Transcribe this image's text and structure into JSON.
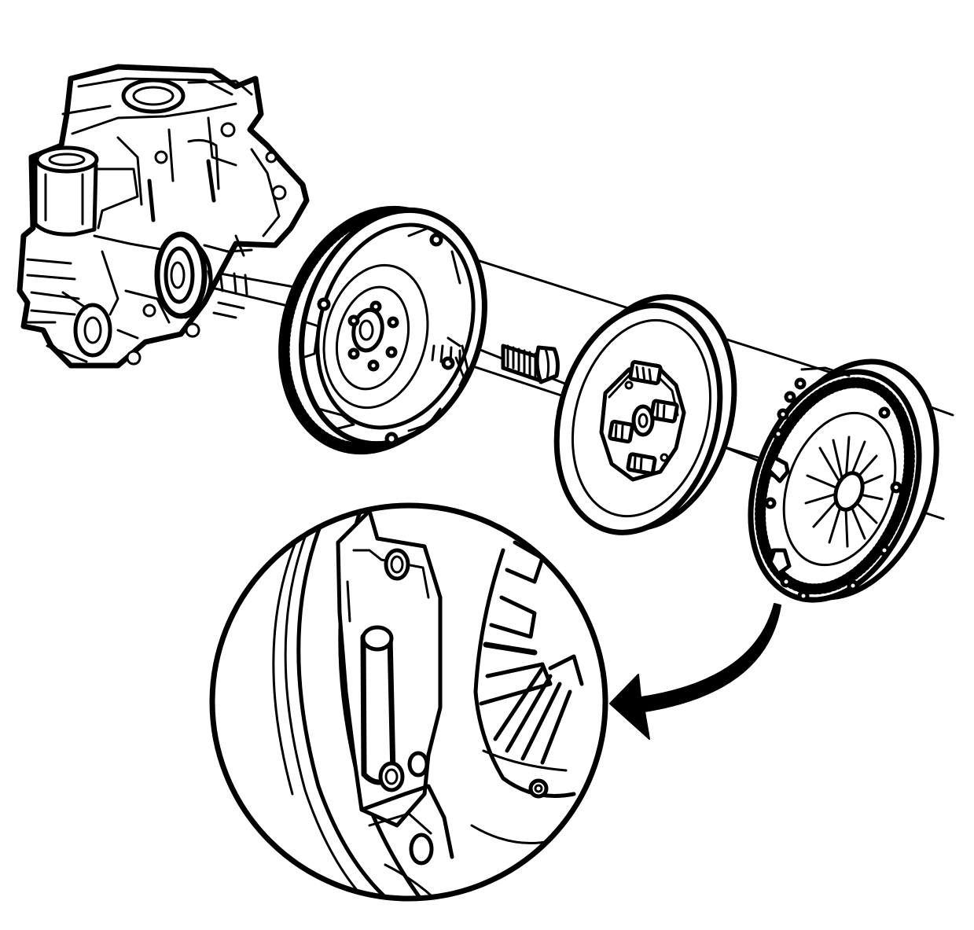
{
  "diagram": {
    "type": "exploded-view line illustration",
    "components": [
      {
        "id": "engine-block",
        "icon": "engine-block-icon"
      },
      {
        "id": "flywheel",
        "icon": "flywheel-icon"
      },
      {
        "id": "flywheel-bolt",
        "icon": "bolt-icon"
      },
      {
        "id": "clutch-disc",
        "icon": "clutch-disc-icon"
      },
      {
        "id": "pressure-plate",
        "icon": "pressure-plate-icon"
      },
      {
        "id": "detail-magnifier",
        "icon": "magnifier-callout-icon"
      },
      {
        "id": "callout-arrow",
        "icon": "curved-arrow-icon"
      }
    ],
    "colors": {
      "ink": "#000000",
      "paper": "#ffffff"
    }
  }
}
